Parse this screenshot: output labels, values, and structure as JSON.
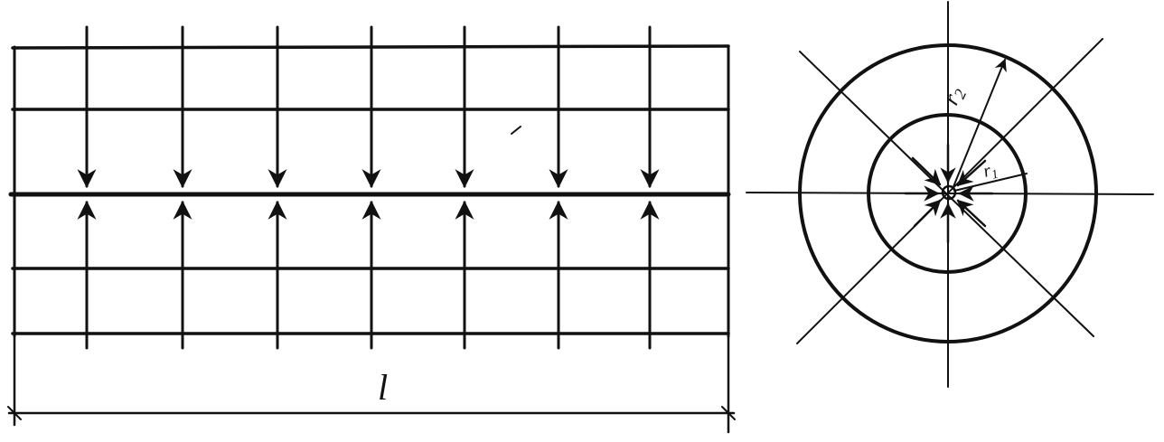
{
  "diagram": {
    "length_label": "l",
    "radius_outer_label": "r2",
    "radius_inner_label": "r1",
    "r_outer_symbol": "r",
    "r_outer_index": "2",
    "r_inner_symbol": "r",
    "r_inner_index": "1"
  }
}
